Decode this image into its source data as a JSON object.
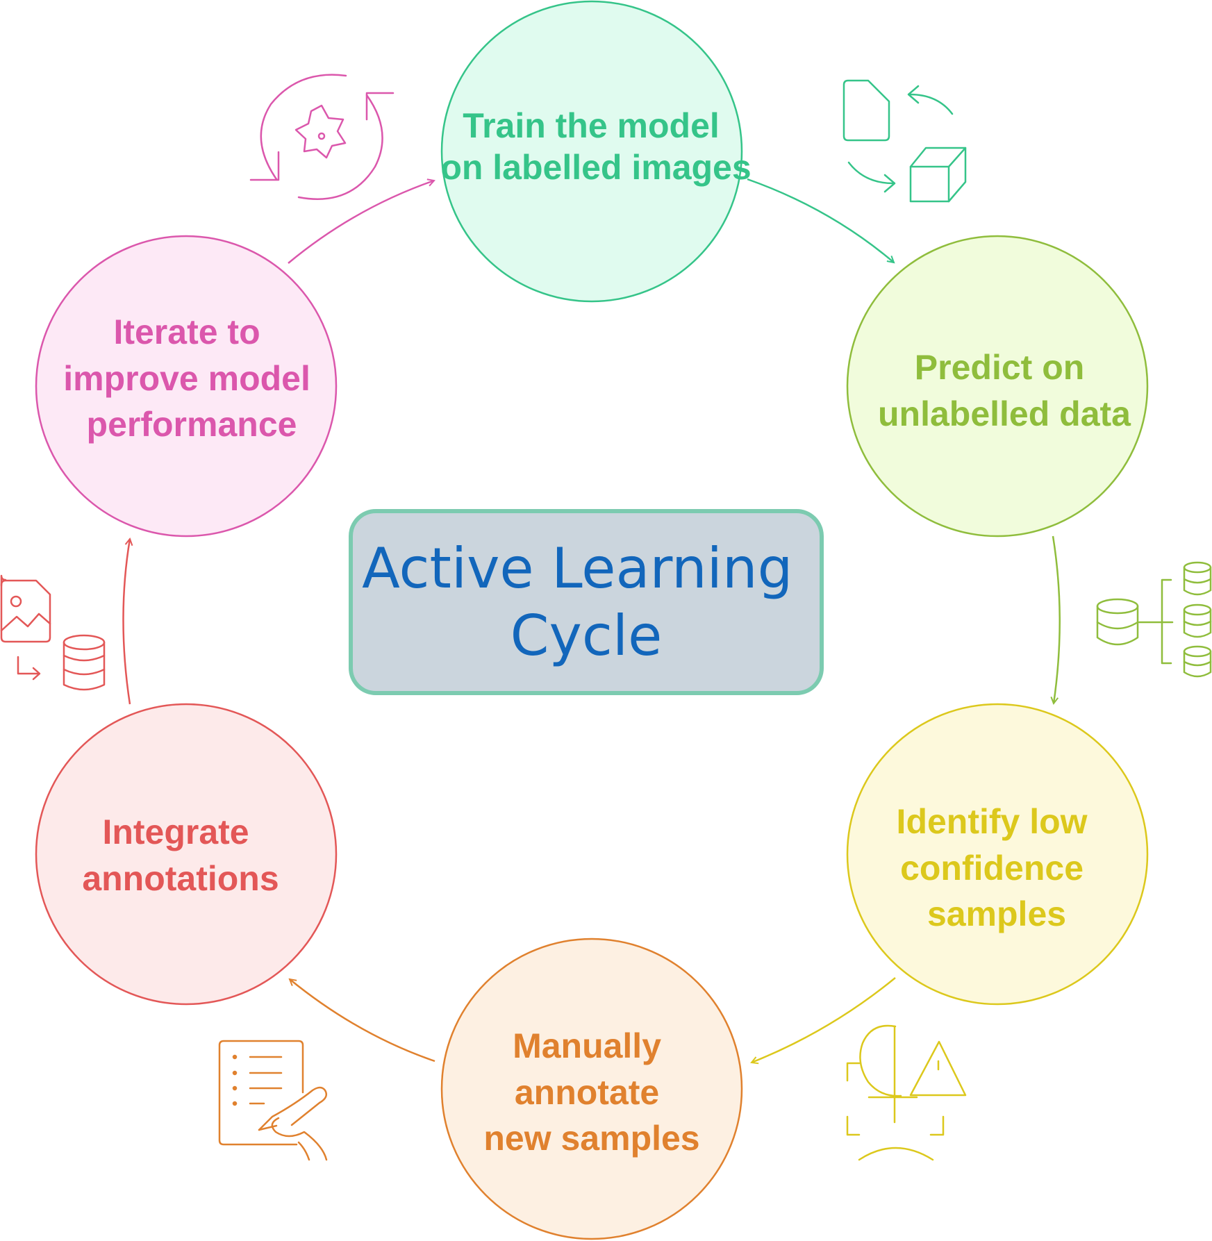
{
  "center": {
    "title_lines": [
      "Active Learning",
      "Cycle"
    ],
    "colors": {
      "fill": "#cbd5dd",
      "stroke": "#7ccbb0",
      "text": "#1266bb"
    }
  },
  "steps": [
    {
      "id": "train",
      "lines": [
        "Train the model",
        "on labelled images"
      ],
      "color": "#35c489",
      "fill": "#e0fbef",
      "icon": "file-to-cube-transfer-icon"
    },
    {
      "id": "predict",
      "lines": [
        "Predict on",
        "unlabelled data"
      ],
      "color": "#8fbd3c",
      "fill": "#f1fcdc",
      "icon": "database-branch-icon"
    },
    {
      "id": "identify",
      "lines": [
        "Identify low",
        "confidence",
        "samples"
      ],
      "color": "#dcc81c",
      "fill": "#fdf9dc",
      "icon": "face-scan-warning-icon"
    },
    {
      "id": "annotate",
      "lines": [
        "Manually",
        "annotate",
        "new samples"
      ],
      "color": "#e0812e",
      "fill": "#fdf0e2",
      "icon": "checklist-writing-hand-icon"
    },
    {
      "id": "integrate",
      "lines": [
        "Integrate",
        "annotations"
      ],
      "color": "#e35757",
      "fill": "#fdeaea",
      "icon": "image-to-database-icon"
    },
    {
      "id": "iterate",
      "lines": [
        "Iterate to",
        "improve model",
        "performance"
      ],
      "color": "#db57ac",
      "fill": "#fde9f6",
      "icon": "gear-refresh-cycle-icon"
    }
  ]
}
